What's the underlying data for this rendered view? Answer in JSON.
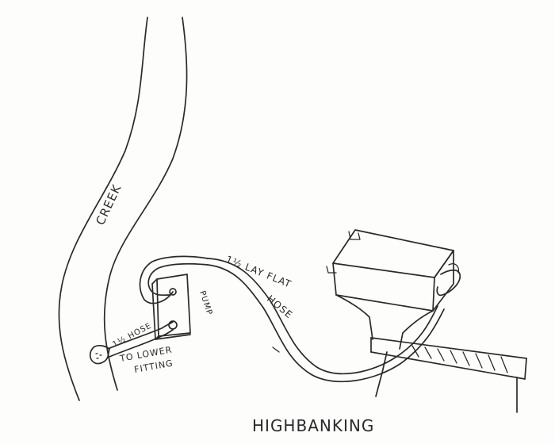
{
  "labels": {
    "creek": "CREEK",
    "hose_small": "1½ HOSE",
    "to_lower_fitting_1": "TO LOWER",
    "to_lower_fitting_2": "FITTING",
    "pump": "PUMP",
    "lay_flat_hose_1": "1½ LAY FLAT",
    "lay_flat_hose_2": "HOSE",
    "title": "HIGHBANKING"
  }
}
